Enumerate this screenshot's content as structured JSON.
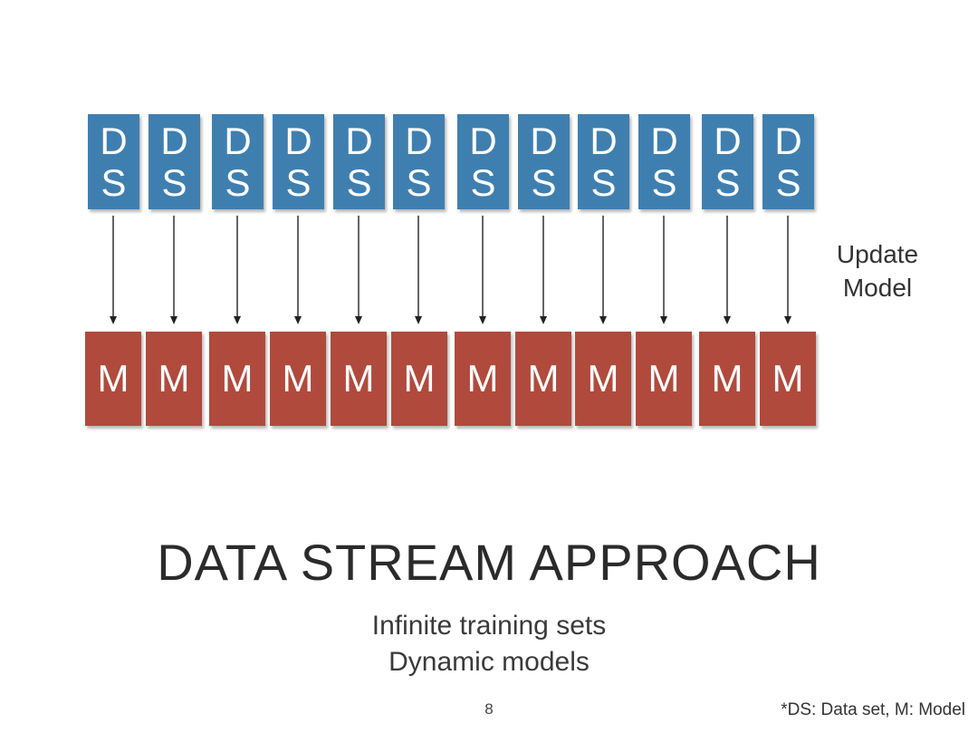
{
  "diagram": {
    "data_set_blocks": [
      {
        "top": "D",
        "bottom": "S"
      },
      {
        "top": "D",
        "bottom": "S"
      },
      {
        "top": "D",
        "bottom": "S"
      },
      {
        "top": "D",
        "bottom": "S"
      },
      {
        "top": "D",
        "bottom": "S"
      },
      {
        "top": "D",
        "bottom": "S"
      },
      {
        "top": "D",
        "bottom": "S"
      },
      {
        "top": "D",
        "bottom": "S"
      },
      {
        "top": "D",
        "bottom": "S"
      },
      {
        "top": "D",
        "bottom": "S"
      },
      {
        "top": "D",
        "bottom": "S"
      },
      {
        "top": "D",
        "bottom": "S"
      }
    ],
    "model_blocks": [
      "M",
      "M",
      "M",
      "M",
      "M",
      "M",
      "M",
      "M",
      "M",
      "M",
      "M",
      "M"
    ],
    "side_note": {
      "line1": "Update",
      "line2": "Model"
    },
    "colors": {
      "data_set": "#3f7fb0",
      "model": "#b04a3d",
      "arrow": "#222222"
    }
  },
  "title": "DATA STREAM APPROACH",
  "subtitle": {
    "line1": "Infinite training sets",
    "line2": "Dynamic models"
  },
  "page_number": "8",
  "footnote": "*DS: Data set, M: Model"
}
